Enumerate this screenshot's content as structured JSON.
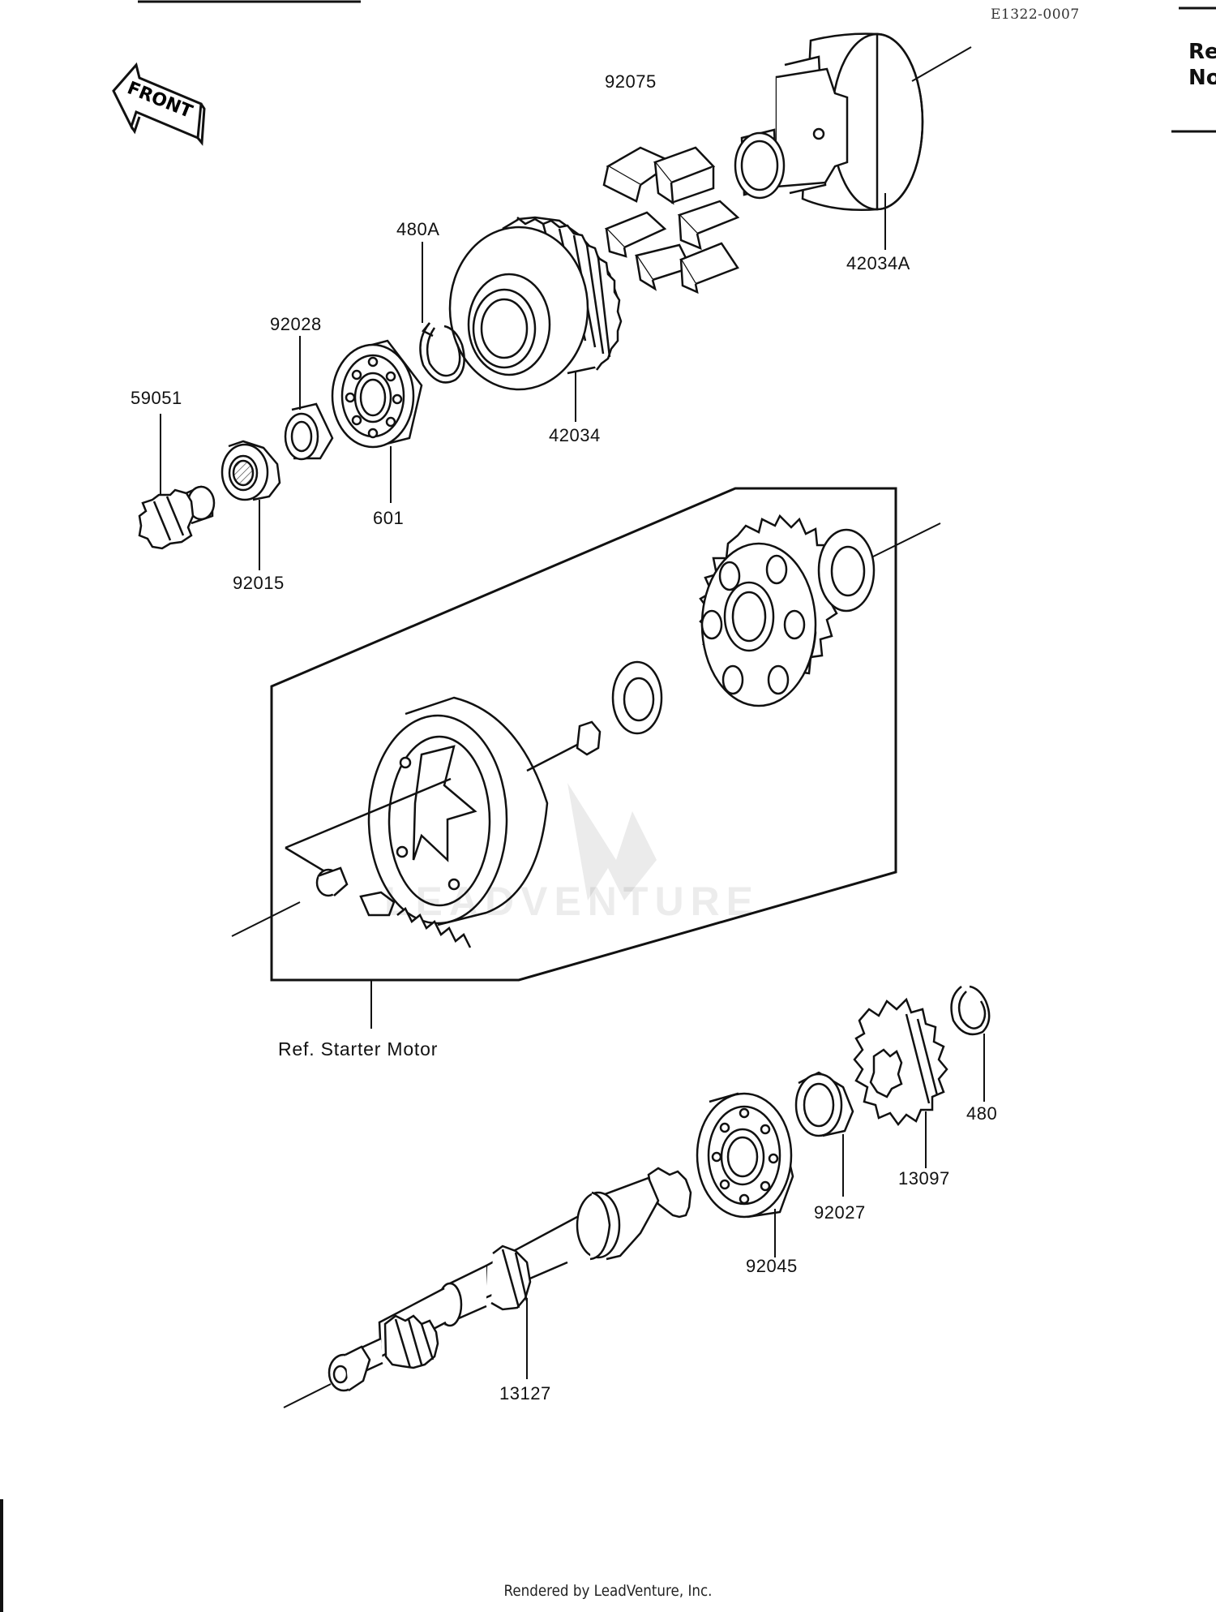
{
  "diagram_code": "E1322-0007",
  "front_arrow_label": "FRONT",
  "corner_text": [
    "Re",
    "No"
  ],
  "parts": {
    "p92075": "92075",
    "p42034A": "42034A",
    "p480A": "480A",
    "p92028": "92028",
    "p42034": "42034",
    "p59051": "59051",
    "p601": "601",
    "p92015": "92015",
    "p480": "480",
    "p13097": "13097",
    "p92027": "92027",
    "p92045": "92045",
    "p13127": "13127"
  },
  "ref_label": "Ref. Starter Motor",
  "watermark": "LEADVENTURE",
  "footer": "Rendered by LeadVenture, Inc."
}
